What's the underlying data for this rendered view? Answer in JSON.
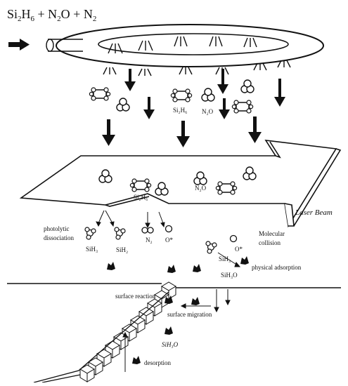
{
  "title": {
    "prefix": "Si",
    "sub1": "2",
    "mid1": "H",
    "sub2": "6",
    "mid2": " + N",
    "sub3": "2",
    "mid3": "O + N",
    "sub4": "2"
  },
  "labels": {
    "si2h6_top": "Si₂H₆",
    "n2o_top": "N₂O",
    "si2h6_beam": "Si₂H₆",
    "n2o_beam": "N₂O",
    "laser_beam": "Laser Beam",
    "photolytic_1": "photolytic",
    "photolytic_2": "dissociation",
    "sih3_left": "SiH₃",
    "sih2": "SiH₂",
    "n2": "N₂",
    "o_star_left": "O*",
    "molecular_1": "Molecular",
    "molecular_2": "collision",
    "o_star_right": "O*",
    "sih3_right": "SiH₃",
    "physical_adsorption": "physical adsorption",
    "sih3o_upper": "SiH₃O",
    "surface_reaction": "surface reaction",
    "surface_migration": "surface migration",
    "sih3o_lower": "SiH₃O",
    "desorption": "desorption"
  }
}
